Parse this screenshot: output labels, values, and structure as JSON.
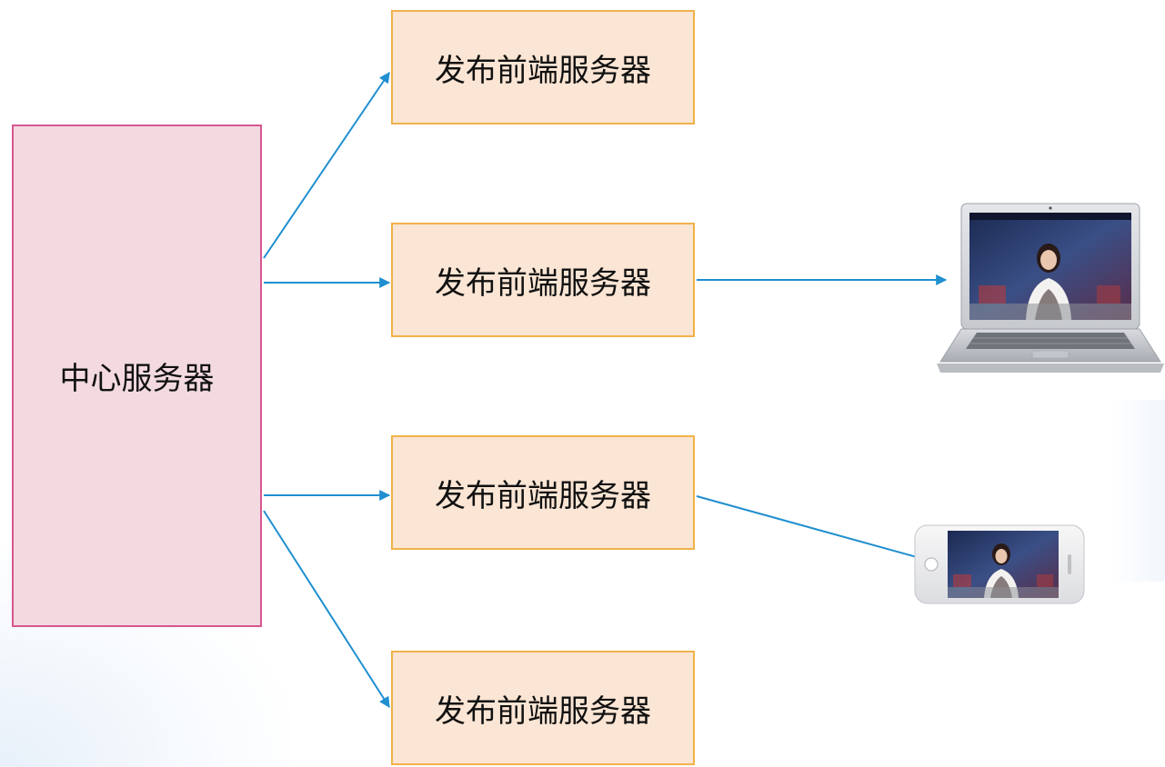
{
  "center_server": {
    "label": "中心服务器"
  },
  "front_servers": [
    {
      "label": "发布前端服务器"
    },
    {
      "label": "发布前端服务器"
    },
    {
      "label": "发布前端服务器"
    },
    {
      "label": "发布前端服务器"
    }
  ],
  "colors": {
    "arrow": "#1f8fd0",
    "center_fill": "#f2dae0",
    "center_border": "#d8568f",
    "front_fill": "#fbe5d4",
    "front_border": "#f0b24a"
  },
  "devices": [
    {
      "icon": "laptop-icon"
    },
    {
      "icon": "smartphone-icon"
    }
  ]
}
